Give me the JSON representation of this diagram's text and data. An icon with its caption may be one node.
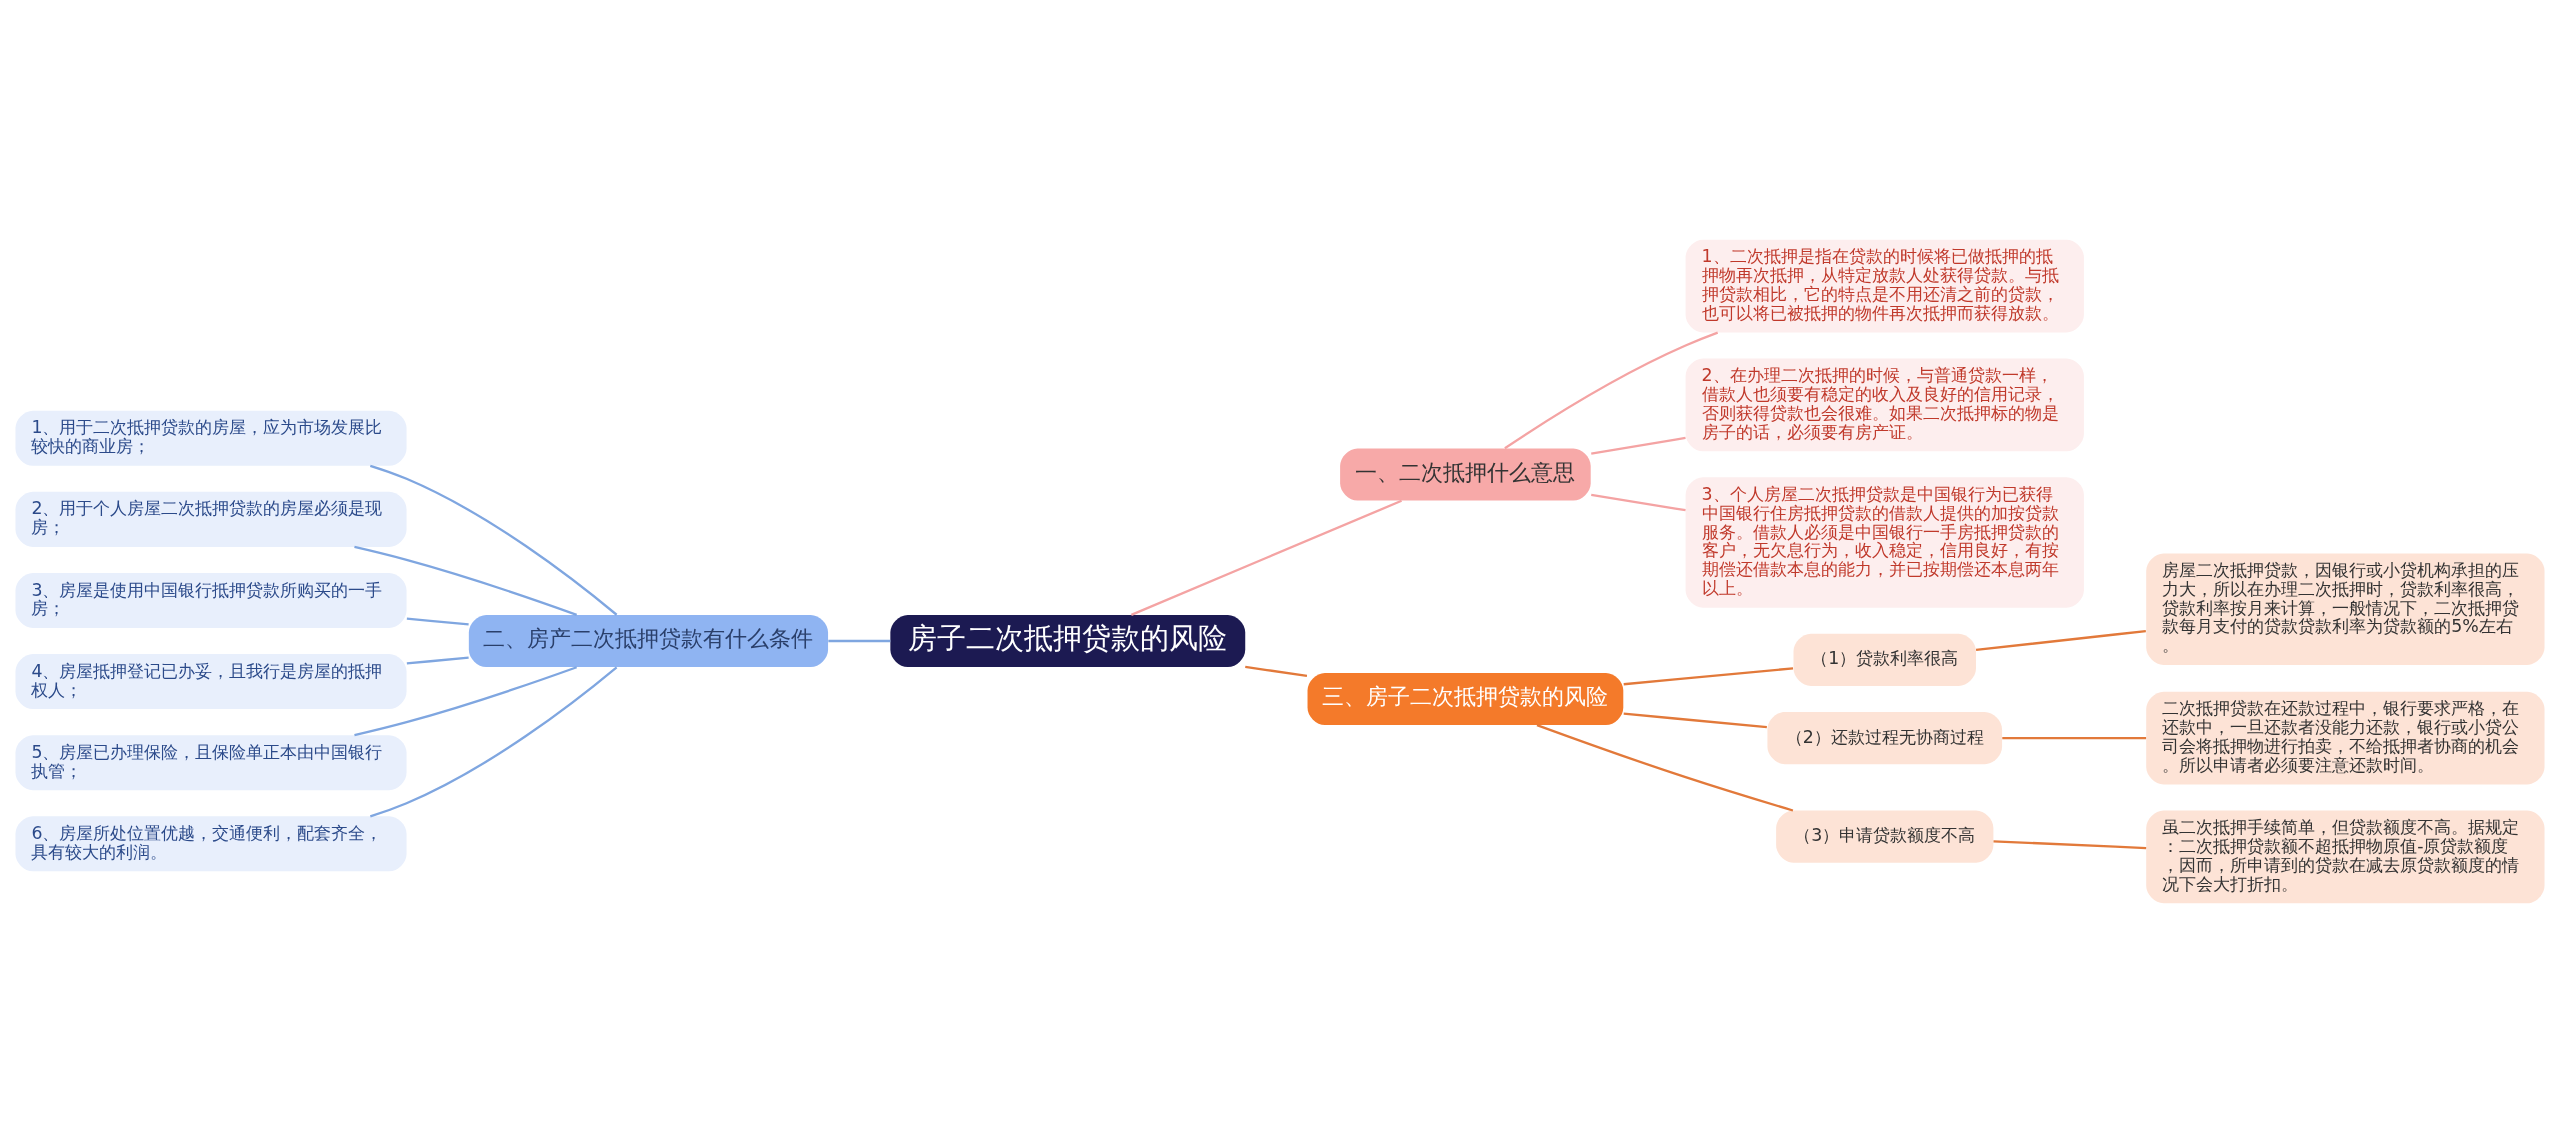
{
  "diagram": {
    "nodes": [
      {
        "text": [
          "房子二次抵押贷款的风险"
        ]
      },
      {
        "text": [
          "一、二次抵押什么意思"
        ]
      },
      {
        "text": [
          "1、二次抵押是指在贷款的时候将已做抵押的抵押物再次抵押，从特定放款人处获得贷款。与抵押贷款相比，它的特点是不用还清之前的贷款，也可以将已被抵押的物件再次抵押而获得放款。"
        ]
      },
      {
        "text": [
          "2、在办理二次抵押的时候，与普通贷款一样，借款人也须要有稳定的收入及良好的信用记录，否则获得贷款也会很难。如果二次抵押标的物是房子的话，必须要有房产证。"
        ]
      },
      {
        "text": [
          "3、个人房屋二次抵押贷款是中国银行为已获得中国银行住房抵押贷款的借款人提供的加按贷款服务。借款人必须是中国银行一手房抵押贷款的客户，无欠息行为，收入稳定，信用良好，有按期偿还借款本息的能力，并已按期偿还本息两年以上。"
        ]
      },
      {
        "text": [
          "二、房产二次抵押贷款有什么条件"
        ]
      },
      {
        "text": [
          "1、用于二次抵押贷款的房屋，应为市场发展比较快的商业房；"
        ]
      },
      {
        "text": [
          "2、用于个人房屋二次抵押贷款的房屋必须是现房；"
        ]
      },
      {
        "text": [
          "3、房屋是使用中国银行抵押贷款所购买的一手房；"
        ]
      },
      {
        "text": [
          "4、房屋抵押登记已办妥，且我行是房屋的抵押权人；"
        ]
      },
      {
        "text": [
          "5、房屋已办理保险，且保险单正本由中国银行执管；"
        ]
      },
      {
        "text": [
          "6、房屋所处位置优越，交通便利，配套齐全，具有较大的利润。"
        ]
      },
      {
        "text": [
          "三、房子二次抵押贷款的风险"
        ]
      },
      {
        "text": [
          "（1）贷款利率很高"
        ]
      },
      {
        "text": [
          "房屋二次抵押贷款，因银行或小贷机构承担的压力大，所以在办理二次抵押时，贷款利率很高，贷款利率按月来计算，一般情况下，二次抵押贷款每月支付的贷款贷款利率为贷款额的5%左右。"
        ]
      },
      {
        "text": [
          "（2）还款过程无协商过程"
        ]
      },
      {
        "text": [
          "二次抵押贷款在还款过程中，银行要求严格，在还款中，一旦还款者没能力还款，银行或小贷公司会将抵押物进行拍卖，不给抵押者协商的机会。所以申请者必须要注意还款时间。"
        ]
      },
      {
        "text": [
          "（3）申请贷款额度不高"
        ]
      },
      {
        "text": [
          "虽二次抵押手续简单，但贷款额度不高。据规定：二次抵押贷款额不超抵押物原值-原贷款额度，因而，所申请到的贷款在减去原贷款额度的情况下会大打折扣。"
        ]
      }
    ],
    "edges": [
      {
        "from": 0,
        "to": 1,
        "arrow": "none",
        "color": "#f4a3a3"
      },
      {
        "from": 1,
        "to": 2,
        "arrow": "none",
        "color": "#f4a3a3"
      },
      {
        "from": 1,
        "to": 3,
        "arrow": "none",
        "color": "#f4a3a3"
      },
      {
        "from": 1,
        "to": 4,
        "arrow": "none",
        "color": "#f4a3a3"
      },
      {
        "from": 0,
        "to": 5,
        "arrow": "none",
        "color": "#7fa6e0"
      },
      {
        "from": 5,
        "to": 6,
        "arrow": "none",
        "color": "#7fa6e0"
      },
      {
        "from": 5,
        "to": 7,
        "arrow": "none",
        "color": "#7fa6e0"
      },
      {
        "from": 5,
        "to": 8,
        "arrow": "none",
        "color": "#7fa6e0"
      },
      {
        "from": 5,
        "to": 9,
        "arrow": "none",
        "color": "#7fa6e0"
      },
      {
        "from": 5,
        "to": 10,
        "arrow": "none",
        "color": "#7fa6e0"
      },
      {
        "from": 5,
        "to": 11,
        "arrow": "none",
        "color": "#7fa6e0"
      },
      {
        "from": 0,
        "to": 12,
        "arrow": "none",
        "color": "#e2793a"
      },
      {
        "from": 12,
        "to": 13,
        "arrow": "none",
        "color": "#e2793a"
      },
      {
        "from": 13,
        "to": 14,
        "arrow": "none",
        "color": "#e2793a"
      },
      {
        "from": 12,
        "to": 15,
        "arrow": "none",
        "color": "#e2793a"
      },
      {
        "from": 15,
        "to": 16,
        "arrow": "none",
        "color": "#e2793a"
      },
      {
        "from": 12,
        "to": 17,
        "arrow": "none",
        "color": "#e2793a"
      },
      {
        "from": 17,
        "to": 18,
        "arrow": "none",
        "color": "#e2793a"
      }
    ]
  }
}
